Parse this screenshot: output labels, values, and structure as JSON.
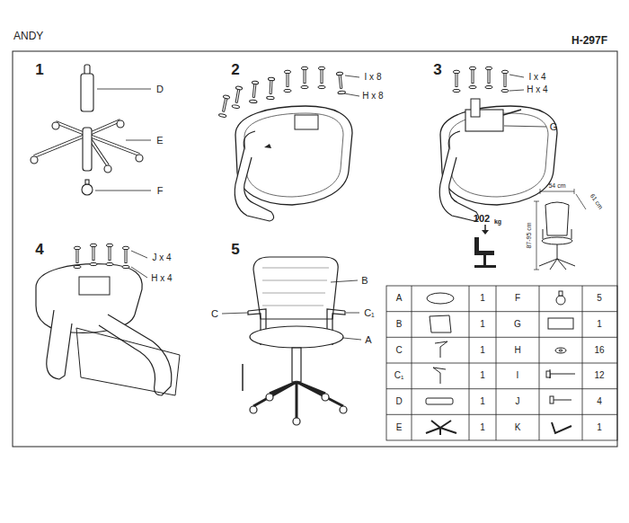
{
  "diagram": {
    "title": "ANDY",
    "labels": [
      "H-297F",
      "1",
      "D",
      "E",
      "F",
      "2",
      "I x 8",
      "H x 8",
      "3",
      "I x 4",
      "H x 4",
      "G",
      "54 cm",
      "61 cm",
      "87-95 cm",
      "102",
      "kg",
      "4",
      "J x 4",
      "H x 4",
      "5",
      "B",
      "C",
      "C₁",
      "A",
      "A",
      "1",
      "F",
      "5",
      "B",
      "1",
      "G",
      "1",
      "C",
      "1",
      "H",
      "16",
      "C₁",
      "1",
      "I",
      "12",
      "D",
      "1",
      "J",
      "4",
      "E",
      "1",
      "K",
      "1"
    ]
  }
}
